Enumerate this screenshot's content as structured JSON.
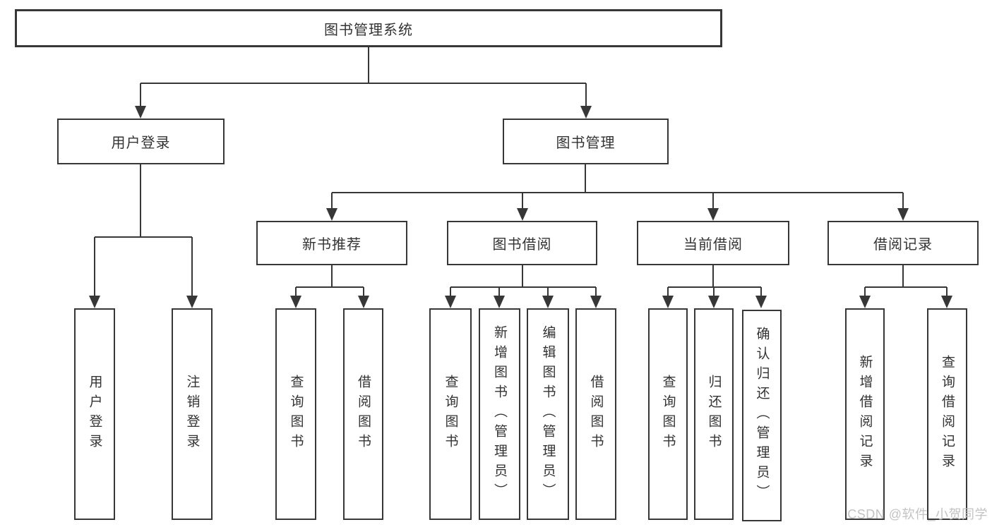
{
  "page": {
    "watermark": "CSDN @软件_小贺同学",
    "colors": {
      "line": "#373737",
      "text": "#333333",
      "watermark": "#c3c3c3",
      "background": "#ffffff"
    }
  },
  "diagram": {
    "root": {
      "label": "图书管理系统"
    },
    "branches": [
      {
        "label": "用户登录",
        "children": [
          {
            "label": "用户登录"
          },
          {
            "label": "注销登录"
          }
        ]
      },
      {
        "label": "图书管理",
        "children": [
          {
            "label": "新书推荐",
            "children": [
              {
                "label": "查询图书"
              },
              {
                "label": "借阅图书"
              }
            ]
          },
          {
            "label": "图书借阅",
            "children": [
              {
                "label": "查询图书"
              },
              {
                "label": "新增图书（管理员）"
              },
              {
                "label": "编辑图书（管理员）"
              },
              {
                "label": "借阅图书"
              }
            ]
          },
          {
            "label": "当前借阅",
            "children": [
              {
                "label": "查询图书"
              },
              {
                "label": "归还图书"
              },
              {
                "label": "确认归还（管理员）"
              }
            ]
          },
          {
            "label": "借阅记录",
            "children": [
              {
                "label": "新增借阅记录"
              },
              {
                "label": "查询借阅记录"
              }
            ]
          }
        ]
      }
    ]
  }
}
